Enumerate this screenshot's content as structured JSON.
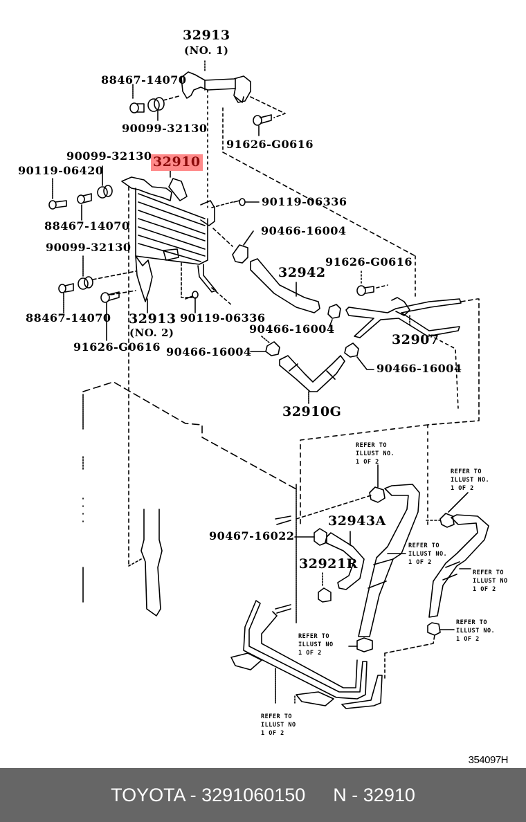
{
  "diagram": {
    "highlighted_part": "32910",
    "highlight_color": "#ff8a8a",
    "highlight_text_color": "#8b0a0a",
    "diagram_id": "354097H",
    "labels": {
      "bracket_no1_number": "32913",
      "bracket_no1_sub": "(NO. 1)",
      "collar_top_left": "88467-14070",
      "cushion_top": "90099-32130",
      "bolt_top_right": "91626-G0616",
      "cushion_mid": "90099-32130",
      "cooler": "32910",
      "bolt_left": "90119-06420",
      "collar_mid": "88467-14070",
      "bolt_right_top": "90119-06336",
      "clip_a": "90466-16004",
      "cushion_lower": "90099-32130",
      "hose_32942": "32942",
      "bolt_mid_right": "91626-G0616",
      "collar_lower": "88467-14070",
      "bracket_no2_number": "32913",
      "bracket_no2_sub": "(NO. 2)",
      "bolt_lower_mid": "90119-06336",
      "clip_b": "90466-16004",
      "tube_32907": "32907",
      "bolt_lower_left": "91626-G0616",
      "clip_c": "90466-16004",
      "clip_d": "90466-16004",
      "hose_32910g": "32910G",
      "hose_32943a": "32943A",
      "clip_90467": "90467-16022",
      "hose_32921r": "32921R"
    },
    "notes": [
      "REFER TO\nILLUST NO.\n1 OF 2",
      "REFER TO\nILLUST NO.\n1 OF 2",
      "REFER TO\nILLUST NO.\n1 OF 2",
      "REFER TO\nILLUST NO\n1 OF 2",
      "REFER TO\nILLUST NO.\n1 OF 2",
      "REFER TO\nILLUST NO\n1 OF 2",
      "REFER TO\nILLUST NO\n1 OF 2"
    ]
  },
  "footer": {
    "brand_part": "TOYOTA - 3291060150",
    "ref": "N - 32910"
  }
}
